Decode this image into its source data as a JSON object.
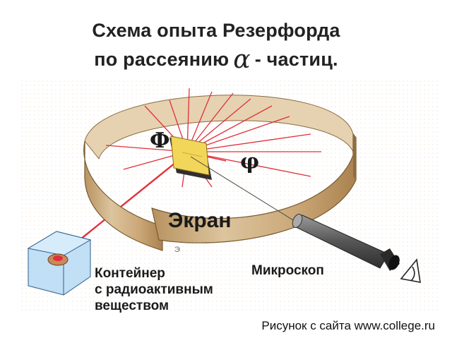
{
  "title": {
    "line1": "Схема опыта Резерфорда",
    "line2_prefix": "по рассеянию",
    "alpha_symbol": "α",
    "line2_suffix": "- частиц."
  },
  "labels": {
    "phi_left": "Ф",
    "phi_right": "φ",
    "screen": "Экран",
    "screen_sub": "Э",
    "microscope": "Микроскоп",
    "container": [
      "Контейнер",
      "с радиоактивным",
      "веществом"
    ]
  },
  "credit": "Рисунок с сайта www.college.ru",
  "colors": {
    "ring_outer": "#c8a477",
    "ring_inner": "#d9bf97",
    "ray": "#e0303a",
    "foil": "#f2d65a",
    "box": "#7fb9e6",
    "tube": "#6d6d6d"
  },
  "icons": [
    "microscope-icon",
    "radioactive-container-icon",
    "gold-foil-icon",
    "eye-icon"
  ]
}
